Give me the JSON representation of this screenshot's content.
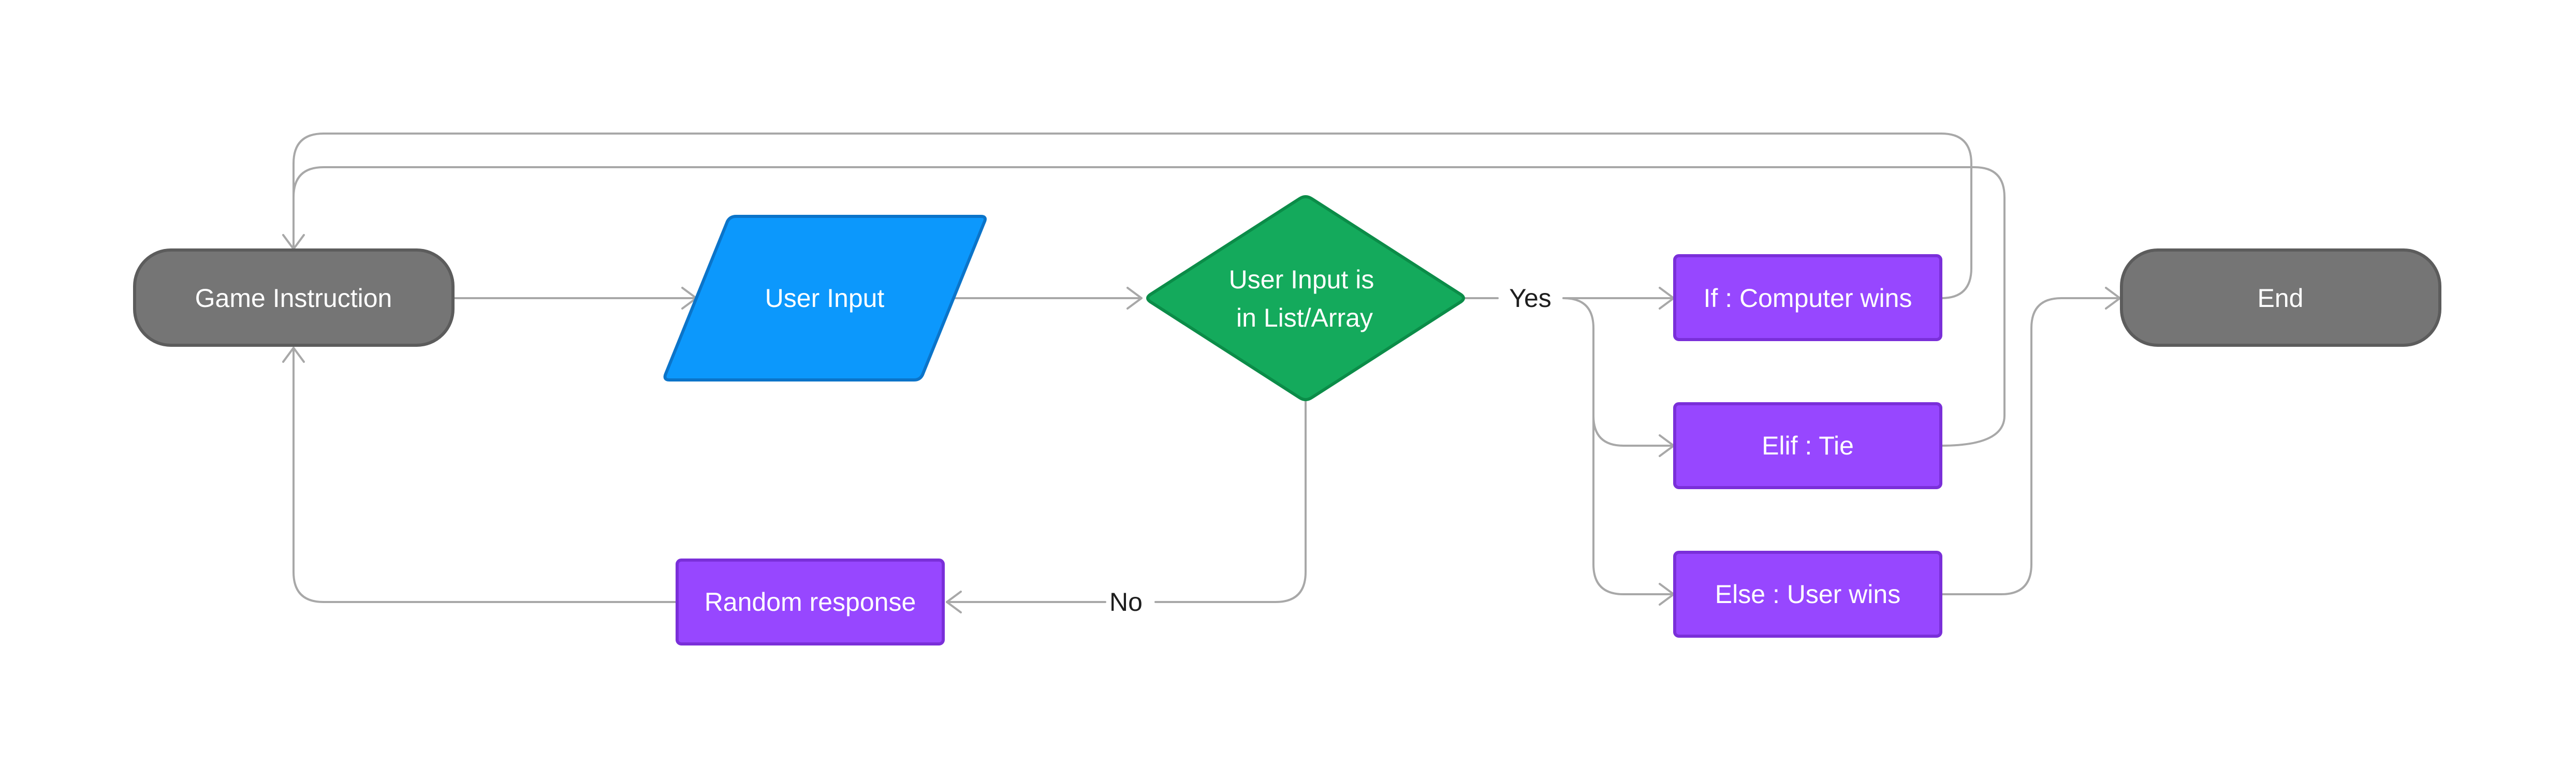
{
  "colors": {
    "terminal_fill": "#757575",
    "terminal_stroke": "#5c5c5c",
    "input_fill": "#0c98fc",
    "input_stroke": "#0b74c9",
    "decision_fill": "#14aa5c",
    "decision_stroke": "#0b8c48",
    "process_fill": "#9747ff",
    "process_stroke": "#7a2fd9",
    "connector": "#a8a8a8"
  },
  "nodes": {
    "game_instruction": "Game Instruction",
    "user_input": "User Input",
    "decision_line1": "User Input is",
    "decision_line2": "in List/Array",
    "computer_wins": "If : Computer wins",
    "tie": "Elif : Tie",
    "user_wins": "Else : User wins",
    "end": "End",
    "random_response": "Random response"
  },
  "edges": {
    "yes": "Yes",
    "no": "No"
  }
}
